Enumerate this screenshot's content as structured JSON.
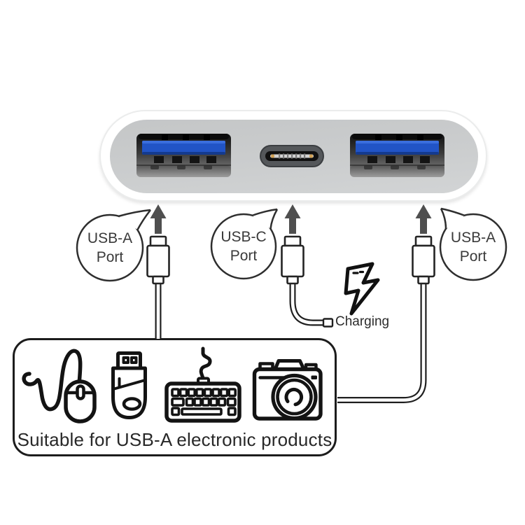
{
  "diagram": {
    "caption": "Suitable for USB-A electronic products",
    "charging_label": "Charging",
    "bubbles": [
      {
        "line1": "USB-A",
        "line2": "Port"
      },
      {
        "line1": "USB-C",
        "line2": "Port"
      },
      {
        "line1": "USB-A",
        "line2": "Port"
      }
    ],
    "hub": {
      "body_color": "#cbcdce",
      "usb_blue": "#2154c6",
      "ports": [
        "USB-A",
        "USB-C",
        "USB-A"
      ]
    },
    "suitable_devices": [
      "mouse",
      "usb-flash-drive",
      "keyboard",
      "camera"
    ],
    "line_color": "#1c1c1c",
    "arrow_color": "#4f4f4f"
  }
}
